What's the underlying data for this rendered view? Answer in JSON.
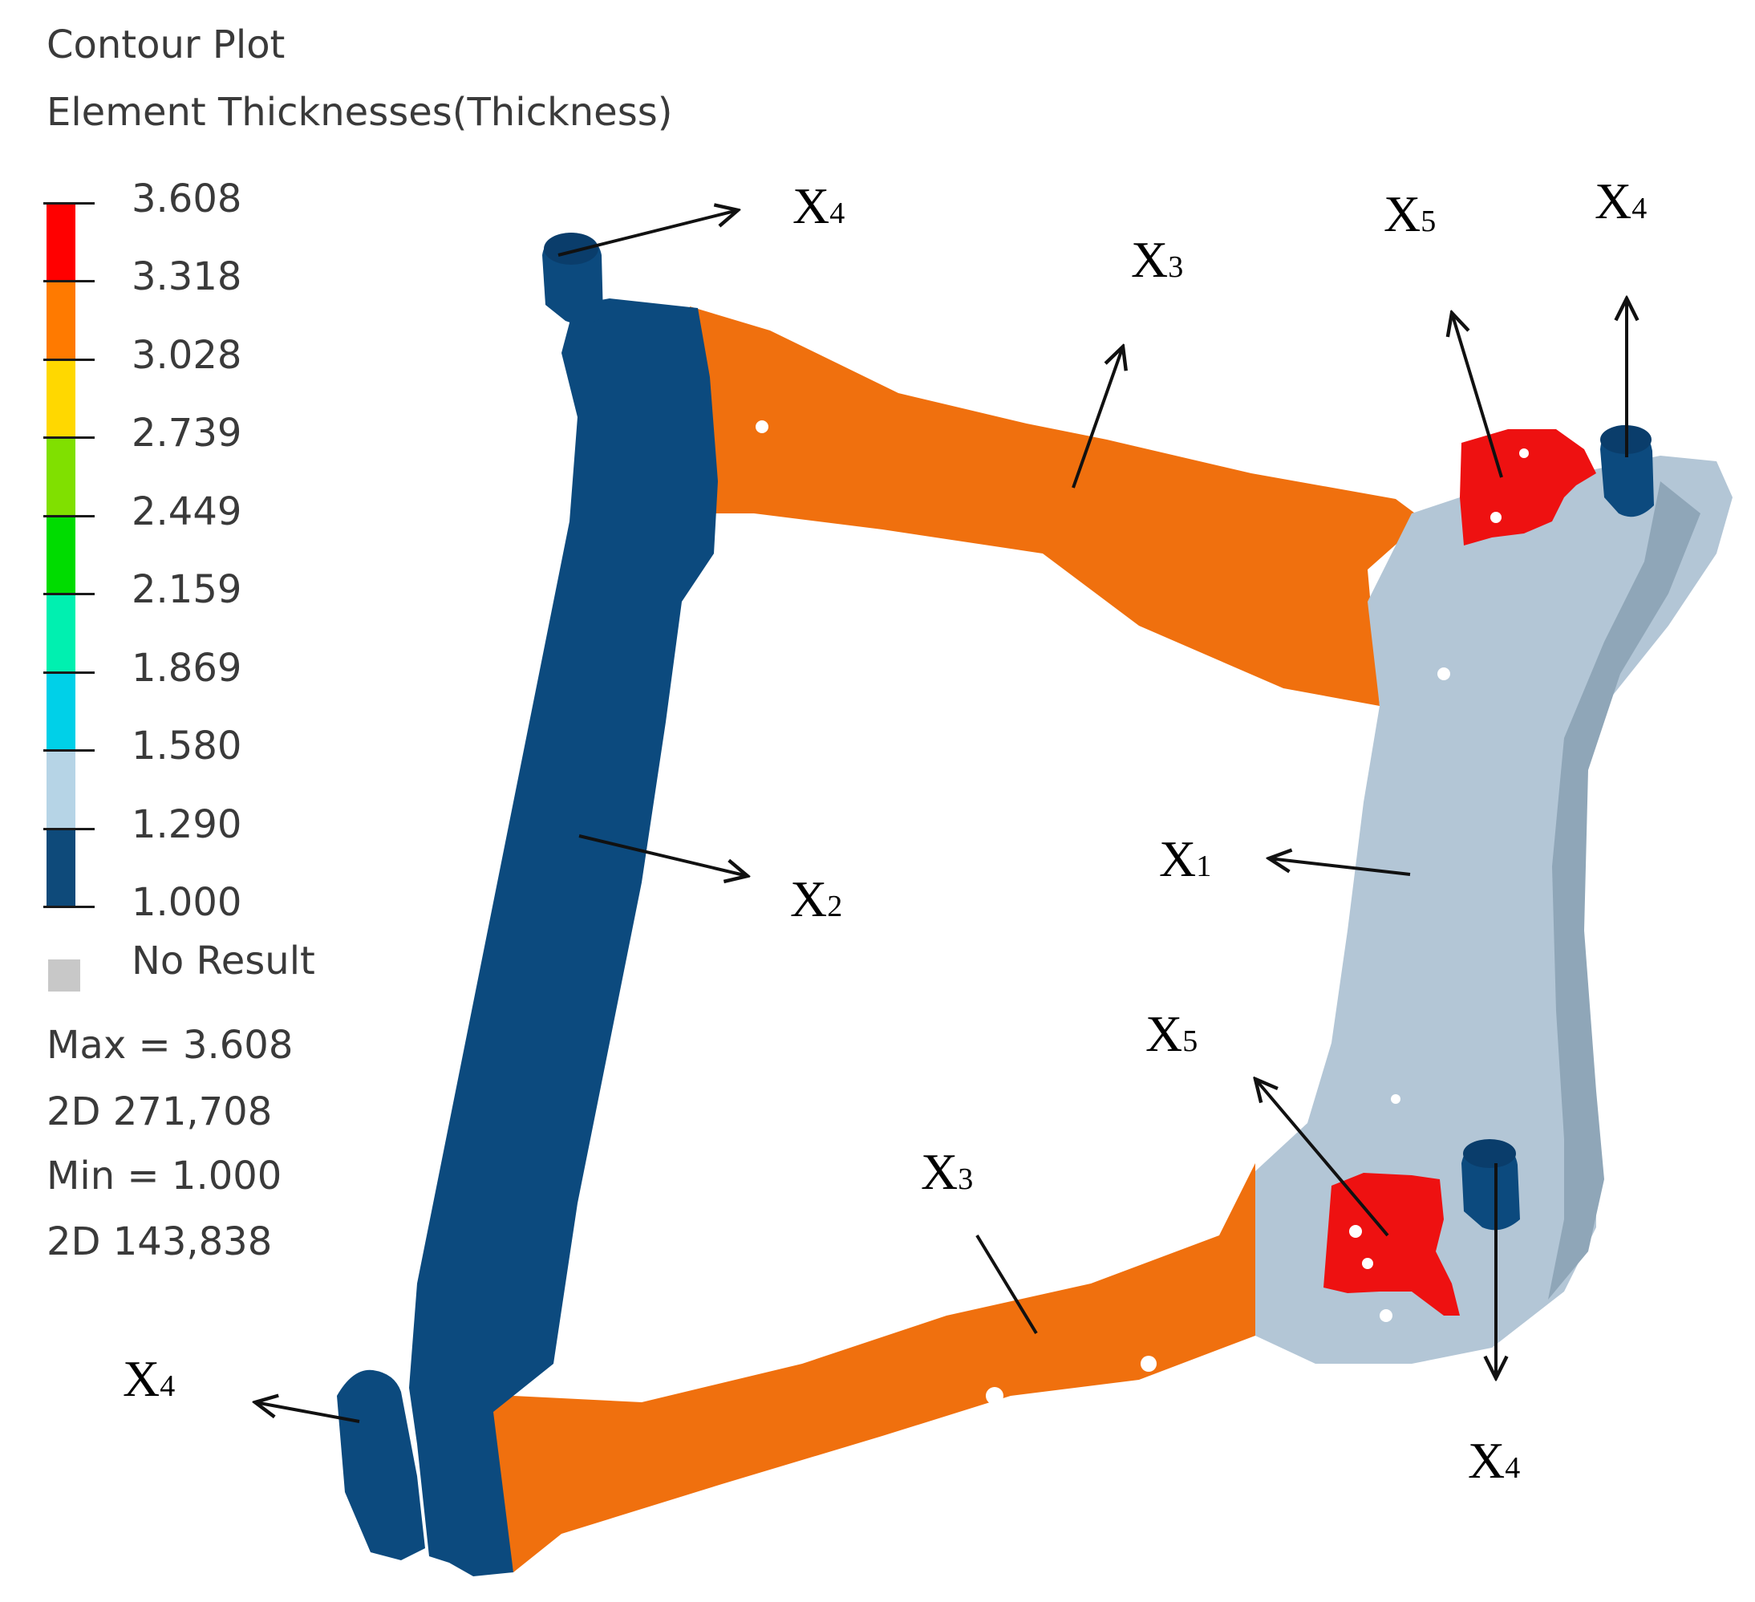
{
  "title": "Contour Plot",
  "subtitle": "Element Thicknesses(Thickness)",
  "legend": {
    "ticks": [
      "3.608",
      "3.318",
      "3.028",
      "2.739",
      "2.449",
      "2.159",
      "1.869",
      "1.580",
      "1.290",
      "1.000"
    ],
    "colors": [
      "#ff0000",
      "#ff7a00",
      "#ffd800",
      "#80e000",
      "#00dc00",
      "#00f0b0",
      "#00d0e8",
      "#b6d4e6",
      "#0e4a7a"
    ],
    "no_result_label": "No Result",
    "no_result_color": "#c8c8c8"
  },
  "stats": {
    "max": "Max =  3.608",
    "max_id": "2D 271,708",
    "min": "Min =  1.000",
    "min_id": "2D 143,838"
  },
  "part_colors": {
    "x1_crossmember": "#b3c6d6",
    "x2_side_rail": "#0c4a7e",
    "x3_arms": "#f0700e",
    "x5_brackets": "#ee1111",
    "x4_mounts": "#0c4a7e"
  },
  "labels": {
    "x1": {
      "base": "X",
      "sub": "1"
    },
    "x2": {
      "base": "X",
      "sub": "2"
    },
    "x3_top": {
      "base": "X",
      "sub": "3"
    },
    "x3_bottom": {
      "base": "X",
      "sub": "3"
    },
    "x4_top_left": {
      "base": "X",
      "sub": "4"
    },
    "x4_top_right": {
      "base": "X",
      "sub": "4"
    },
    "x4_bottom_left": {
      "base": "X",
      "sub": "4"
    },
    "x4_bottom_right": {
      "base": "X",
      "sub": "4"
    },
    "x5_top": {
      "base": "X",
      "sub": "5"
    },
    "x5_bottom": {
      "base": "X",
      "sub": "5"
    }
  }
}
